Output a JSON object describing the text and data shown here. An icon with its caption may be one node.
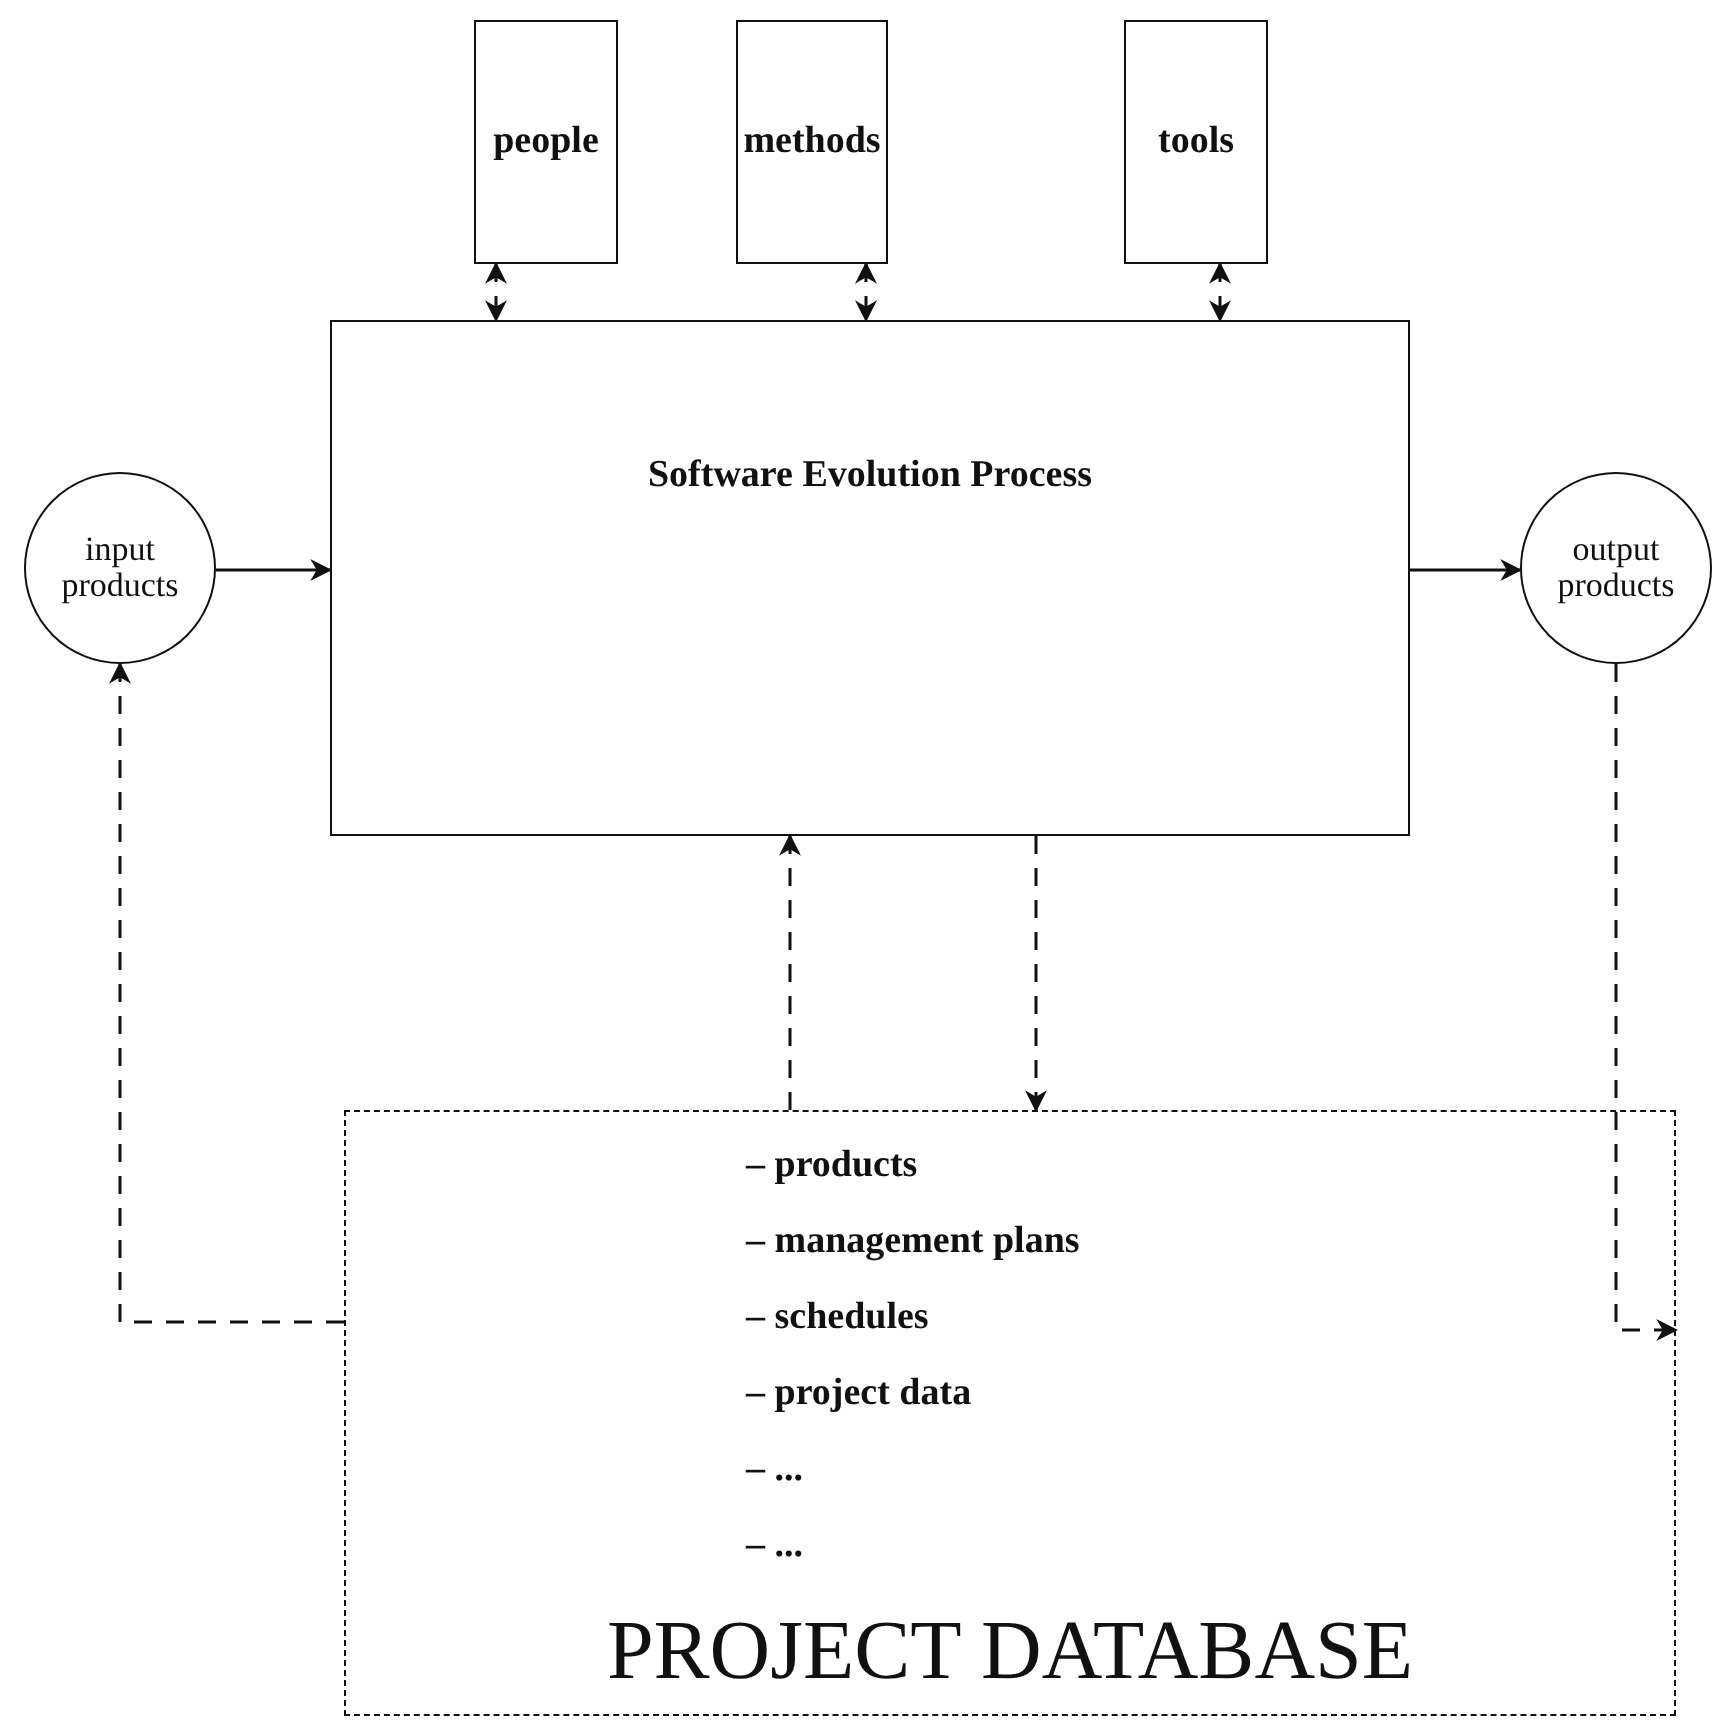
{
  "diagram": {
    "nodes": [
      {
        "text": [
          "people"
        ]
      },
      {
        "text": [
          "methods"
        ]
      },
      {
        "text": [
          "tools"
        ]
      },
      {
        "text": [
          "Software Evolution Process"
        ]
      },
      {
        "text": [
          "input products"
        ]
      },
      {
        "text": [
          "output products"
        ]
      },
      {
        "text": [
          "– products",
          "– management plans",
          "– schedules",
          "– project data",
          "– ...",
          "– ...",
          "PROJECT DATABASE"
        ]
      }
    ],
    "edges": [
      {
        "from": 0,
        "to": 3,
        "arrow": "both",
        "style": "dashed"
      },
      {
        "from": 1,
        "to": 3,
        "arrow": "both",
        "style": "dashed"
      },
      {
        "from": 2,
        "to": 3,
        "arrow": "both",
        "style": "dashed"
      },
      {
        "from": 4,
        "to": 3,
        "arrow": "to"
      },
      {
        "from": 3,
        "to": 5,
        "arrow": "to"
      },
      {
        "from": 6,
        "to": 3,
        "arrow": "to",
        "style": "dashed"
      },
      {
        "from": 3,
        "to": 6,
        "arrow": "to",
        "style": "dashed"
      },
      {
        "from": 5,
        "to": 6,
        "arrow": "to",
        "style": "dashed"
      },
      {
        "from": 6,
        "to": 4,
        "arrow": "to",
        "style": "dashed"
      }
    ]
  }
}
